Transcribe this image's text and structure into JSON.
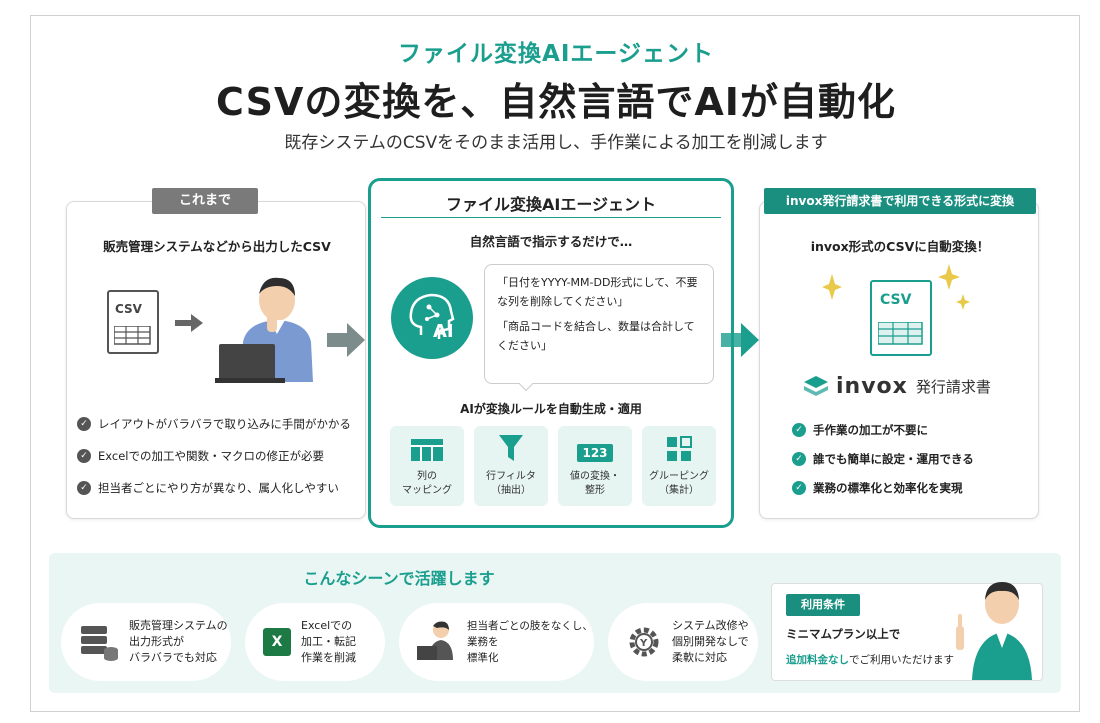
{
  "header": {
    "eyebrow": "ファイル変換AIエージェント",
    "title": "CSVの変換を、自然言語でAIが自動化",
    "subtitle": "既存システムのCSVをそのまま活用し、手作業による加工を削減します"
  },
  "left": {
    "tag": "これまで",
    "heading": "販売管理システムなどから出力したCSV",
    "doc_label": "CSV",
    "items": [
      "レイアウトがバラバラで取り込みに手間がかかる",
      "Excelでの加工や関数・マクロの修正が必要",
      "担当者ごとにやり方が異なり、属人化しやすい"
    ]
  },
  "middle": {
    "tag": "ファイル変換AIエージェント",
    "heading": "自然言語で指示するだけで…",
    "ai_label": "AI",
    "bubble": [
      "「日付をYYYY-MM-DD形式にして、不要な列を削除してください」",
      "「商品コードを結合し、数量は合計してください」"
    ],
    "rule_heading": "AIが変換ルールを自動生成・適用",
    "features": [
      {
        "line1": "列の",
        "line2": "マッピング"
      },
      {
        "line1": "行フィルタ",
        "line2": "（抽出）"
      },
      {
        "line1": "値の変換・",
        "line2": "整形"
      },
      {
        "line1": "グルーピング",
        "line2": "（集計）"
      }
    ],
    "number_icon_text": "123"
  },
  "right": {
    "tag": "invox発行請求書で利用できる形式に変換",
    "heading": "invox形式のCSVに自動変換！",
    "doc_label": "CSV",
    "brand": "invox",
    "brand_suffix": "発行請求書",
    "items": [
      "手作業の加工が不要に",
      "誰でも簡単に設定・運用できる",
      "業務の標準化と効率化を実現"
    ]
  },
  "bottom": {
    "title": "こんなシーンで活躍します",
    "scenes": [
      [
        "販売管理システムの",
        "出力形式が",
        "バラバラでも対応"
      ],
      [
        "Excelでの",
        "加工・転記",
        "作業を削減"
      ],
      [
        "担当者ごとの肢をなくし、",
        "業務を",
        "標準化"
      ],
      [
        "システム改修や",
        "個別開発なしで",
        "柔軟に対応"
      ]
    ],
    "condition_tag": "利用条件",
    "condition_line1": "ミニマムプラン以上で",
    "condition_line2_highlight": "追加料金なし",
    "condition_line2_rest": "でご利用いただけます"
  },
  "colors": {
    "accent": "#1a9e8e",
    "gray_tag": "#7a7a7a",
    "feature_bg": "#e6f4f2",
    "bottom_bg": "#eaf6f4"
  }
}
